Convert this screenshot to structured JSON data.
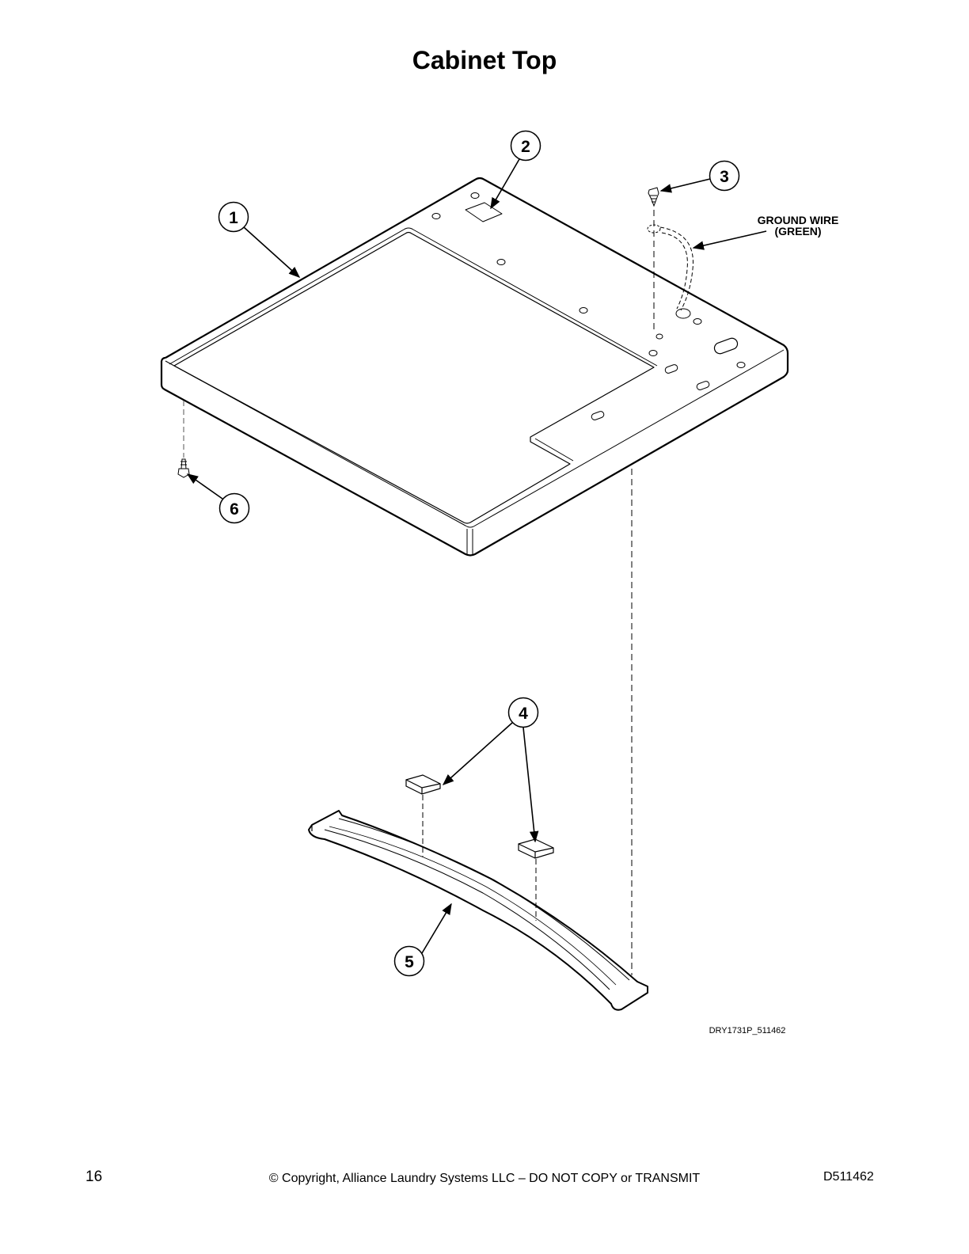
{
  "title": "Cabinet Top",
  "callouts": [
    {
      "number": "1",
      "part": "cabinet-top"
    },
    {
      "number": "2",
      "part": "label"
    },
    {
      "number": "3",
      "part": "ground-screw"
    },
    {
      "number": "4",
      "part": "pads"
    },
    {
      "number": "5",
      "part": "front-panel-bracket"
    },
    {
      "number": "6",
      "part": "screw"
    }
  ],
  "annotations": {
    "ground_wire_line1": "GROUND WIRE",
    "ground_wire_line2": "(GREEN)"
  },
  "drawing_code": "DRY1731P_511462",
  "footer": {
    "page_number": "16",
    "copyright": "© Copyright, Alliance Laundry Systems LLC – DO NOT COPY or TRANSMIT",
    "document_id": "D511462"
  }
}
